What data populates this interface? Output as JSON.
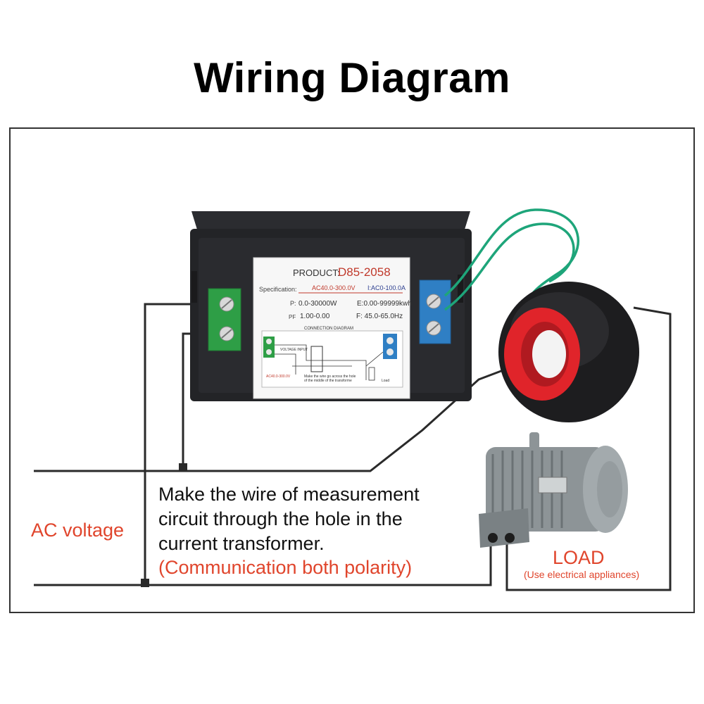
{
  "title": "Wiring Diagram",
  "ac_label": "AC voltage",
  "instruction_lines": [
    "Make the wire of measurement",
    "circuit through the hole in the",
    "current transformer."
  ],
  "polarity_note": "(Communication both polarity)",
  "load_label": "LOAD",
  "load_sublabel": "(Use electrical appliances)",
  "meter": {
    "product_label": "PRODUCT:",
    "model": "D85-2058",
    "spec_label": "Specification:",
    "voltage_range": "AC40.0-300.0V",
    "current_range": "I:AC0-100.0A",
    "power_label": "P:",
    "power_range": "0.0-30000W",
    "energy_range": "E:0.00-99999kwh",
    "pf_label": "PF",
    "pf_range": "1.00-0.00",
    "freq_range": "F: 45.0-65.0Hz",
    "conn_title": "CONNECTION DIAGRAM",
    "voltage_input": "VOLTAGE INPUT",
    "inner_note_1": "Make the wire go across the hole",
    "inner_note_2": "of the middle of the transforme",
    "inner_ac": "AC40.0-300.0V",
    "inner_load": "Load"
  },
  "colors": {
    "terminal_green": "#2e9e46",
    "terminal_blue": "#2f7fc4",
    "ct_red": "#e0242a",
    "wire_green": "#1ea57a",
    "accent_text": "#e0452c",
    "meter_body": "#232427",
    "motor_body": "#8d9497"
  }
}
